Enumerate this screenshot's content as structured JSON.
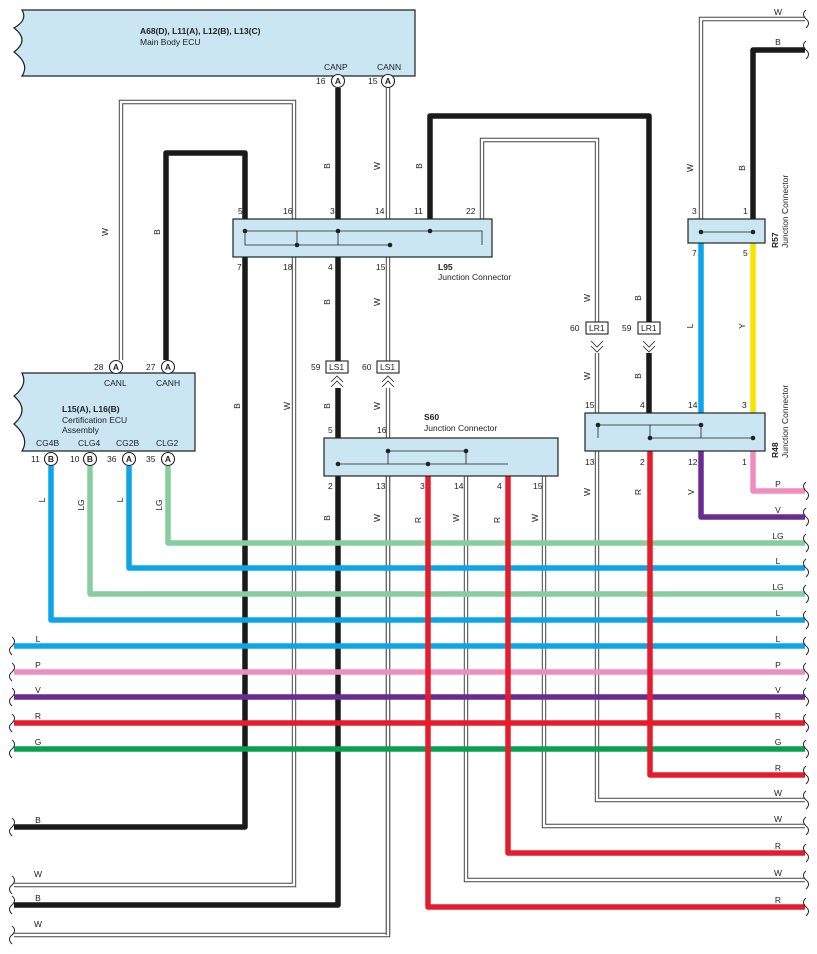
{
  "colors": {
    "B": "#1a1a1a",
    "W": "#ffffff",
    "L": "#0ca6e8",
    "LG": "#86cf9d",
    "P": "#f08dbf",
    "V": "#6a2c91",
    "R": "#e51c2b",
    "G": "#0aa052",
    "Y": "#f6e300",
    "component": "#c9e6f2"
  },
  "components": {
    "main_ecu": {
      "name": "A68(D), L11(A), L12(B), L13(C)",
      "desc": "Main Body ECU",
      "pins": [
        {
          "no": "16",
          "letter": "A",
          "label": "CANP"
        },
        {
          "no": "15",
          "letter": "A",
          "label": "CANN"
        }
      ]
    },
    "cert_ecu": {
      "name": "L15(A), L16(B)",
      "desc1": "Certification ECU",
      "desc2": "Assembly",
      "top_pins": [
        {
          "no": "28",
          "letter": "A",
          "label": "CANL"
        },
        {
          "no": "27",
          "letter": "A",
          "label": "CANH"
        }
      ],
      "bottom_pins": [
        {
          "no": "11",
          "letter": "B",
          "label": "CG4B"
        },
        {
          "no": "10",
          "letter": "B",
          "label": "CLG4"
        },
        {
          "no": "36",
          "letter": "A",
          "label": "CG2B"
        },
        {
          "no": "35",
          "letter": "A",
          "label": "CLG2"
        }
      ]
    },
    "l95": {
      "name": "L95",
      "desc": "Junction Connector",
      "top": [
        "5",
        "16",
        "3",
        "14",
        "11",
        "22"
      ],
      "bottom": [
        "7",
        "18",
        "4",
        "15"
      ]
    },
    "s60": {
      "name": "S60",
      "desc": "Junction Connector",
      "top": [
        "5",
        "16"
      ],
      "bottom": [
        "2",
        "13",
        "3",
        "14",
        "4",
        "15"
      ]
    },
    "r57": {
      "name": "R57",
      "desc": "Junction Connector",
      "top": [
        "3",
        "1"
      ],
      "bottom": [
        "7",
        "5"
      ]
    },
    "r48": {
      "name": "R48",
      "desc": "Junction Connector",
      "top": [
        "15",
        "4",
        "14",
        "3"
      ],
      "bottom": [
        "13",
        "2",
        "12",
        "1"
      ]
    }
  },
  "connectors": {
    "ls1_a": {
      "no": "59",
      "code": "LS1"
    },
    "ls1_b": {
      "no": "60",
      "code": "LS1"
    },
    "lr1_a": {
      "no": "60",
      "code": "LR1"
    },
    "lr1_b": {
      "no": "59",
      "code": "LR1"
    }
  },
  "wire_labels": {
    "ecu_w": "W",
    "ecu_b": "B",
    "canp_b": "B",
    "cann_w": "W",
    "l95_11": "B",
    "l95_4": "B",
    "l95_15": "W",
    "ls1_b1": "B",
    "ls1_w1": "W",
    "lr_w1": "W",
    "lr_b1": "B",
    "lr_w2": "W",
    "lr_b2": "B",
    "r57_w": "W",
    "r57_b": "B",
    "r57_l": "L",
    "r57_y": "Y",
    "cert_w": "W",
    "cert_b": "B",
    "c_l": "L",
    "c_lg": "LG",
    "c_l2": "L",
    "c_lg2": "LG",
    "s60_b": "B",
    "s60_w13": "W",
    "s60_r3": "R",
    "s60_w14": "W",
    "s60_r4": "R",
    "s60_w15": "W",
    "r48_w13": "W",
    "r48_r2": "R",
    "r48_v12": "V"
  },
  "edge_labels": {
    "right": [
      "W",
      "B",
      "P",
      "V",
      "LG",
      "L",
      "LG",
      "L",
      "L",
      "P",
      "V",
      "R",
      "G",
      "R",
      "W",
      "W",
      "R",
      "W",
      "R"
    ],
    "left": [
      "L",
      "P",
      "V",
      "R",
      "G",
      "B",
      "W",
      "B",
      "W"
    ]
  }
}
